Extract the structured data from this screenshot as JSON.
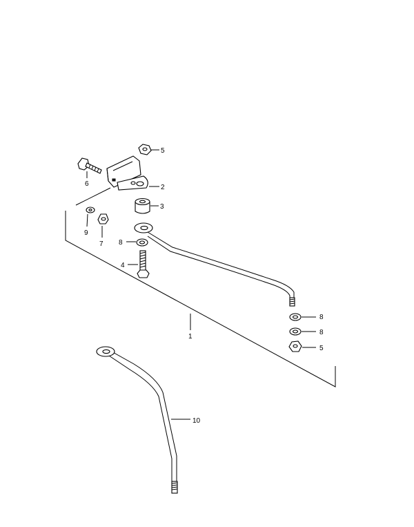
{
  "callouts": {
    "c1": "1",
    "c2": "2",
    "c3": "3",
    "c4": "4",
    "c5a": "5",
    "c5b": "5",
    "c6": "6",
    "c7": "7",
    "c8a": "8",
    "c8b": "8",
    "c8c": "8",
    "c9": "9",
    "c10": "10"
  }
}
